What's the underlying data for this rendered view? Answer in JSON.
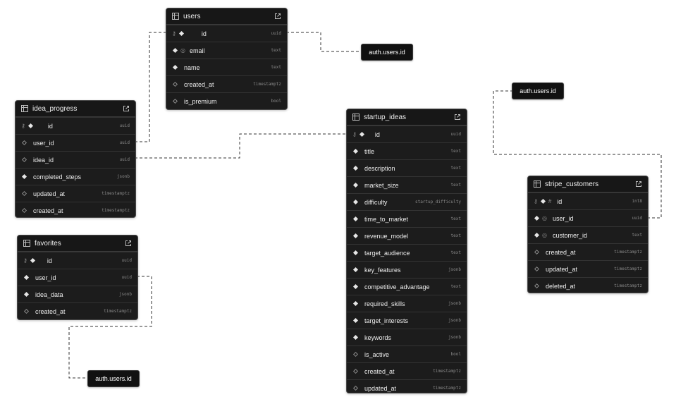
{
  "tables": [
    {
      "name": "users",
      "rows": [
        {
          "name": "id",
          "type": "uuid",
          "pk": true,
          "req": true
        },
        {
          "name": "email",
          "type": "text",
          "req": true,
          "unique": true
        },
        {
          "name": "name",
          "type": "text",
          "req": true
        },
        {
          "name": "created_at",
          "type": "timestamptz",
          "req": false
        },
        {
          "name": "is_premium",
          "type": "bool",
          "req": false
        }
      ]
    },
    {
      "name": "idea_progress",
      "rows": [
        {
          "name": "id",
          "type": "uuid",
          "pk": true,
          "req": true
        },
        {
          "name": "user_id",
          "type": "uuid",
          "req": false
        },
        {
          "name": "idea_id",
          "type": "uuid",
          "req": false
        },
        {
          "name": "completed_steps",
          "type": "jsonb",
          "req": true
        },
        {
          "name": "updated_at",
          "type": "timestamptz",
          "req": false
        },
        {
          "name": "created_at",
          "type": "timestamptz",
          "req": false
        }
      ]
    },
    {
      "name": "favorites",
      "rows": [
        {
          "name": "id",
          "type": "uuid",
          "pk": true,
          "req": true
        },
        {
          "name": "user_id",
          "type": "uuid",
          "req": true
        },
        {
          "name": "idea_data",
          "type": "jsonb",
          "req": true
        },
        {
          "name": "created_at",
          "type": "timestamptz",
          "req": false
        }
      ]
    },
    {
      "name": "startup_ideas",
      "rows": [
        {
          "name": "id",
          "type": "uuid",
          "pk": true,
          "req": true
        },
        {
          "name": "title",
          "type": "text",
          "req": true
        },
        {
          "name": "description",
          "type": "text",
          "req": true
        },
        {
          "name": "market_size",
          "type": "text",
          "req": true
        },
        {
          "name": "difficulty",
          "type": "startup_difficulty",
          "req": true
        },
        {
          "name": "time_to_market",
          "type": "text",
          "req": true
        },
        {
          "name": "revenue_model",
          "type": "text",
          "req": true
        },
        {
          "name": "target_audience",
          "type": "text",
          "req": true
        },
        {
          "name": "key_features",
          "type": "jsonb",
          "req": true
        },
        {
          "name": "competitive_advantage",
          "type": "text",
          "req": true
        },
        {
          "name": "required_skills",
          "type": "jsonb",
          "req": true
        },
        {
          "name": "target_interests",
          "type": "jsonb",
          "req": true
        },
        {
          "name": "keywords",
          "type": "jsonb",
          "req": true
        },
        {
          "name": "is_active",
          "type": "bool",
          "req": false
        },
        {
          "name": "created_at",
          "type": "timestamptz",
          "req": false
        },
        {
          "name": "updated_at",
          "type": "timestamptz",
          "req": false
        }
      ]
    },
    {
      "name": "stripe_customers",
      "rows": [
        {
          "name": "id",
          "type": "int8",
          "pk": true,
          "req": true,
          "identity": true
        },
        {
          "name": "user_id",
          "type": "uuid",
          "req": true,
          "unique": true
        },
        {
          "name": "customer_id",
          "type": "text",
          "req": true,
          "unique": true
        },
        {
          "name": "created_at",
          "type": "timestamptz",
          "req": false
        },
        {
          "name": "updated_at",
          "type": "timestamptz",
          "req": false
        },
        {
          "name": "deleted_at",
          "type": "timestamptz",
          "req": false
        }
      ]
    }
  ],
  "references": [
    {
      "label": "auth.users.id"
    },
    {
      "label": "auth.users.id"
    },
    {
      "label": "auth.users.id"
    }
  ],
  "icons": {
    "table": "table-icon",
    "external": "external-link-icon",
    "key": "key-icon",
    "unique": "fingerprint-icon",
    "identity": "hash-icon"
  }
}
